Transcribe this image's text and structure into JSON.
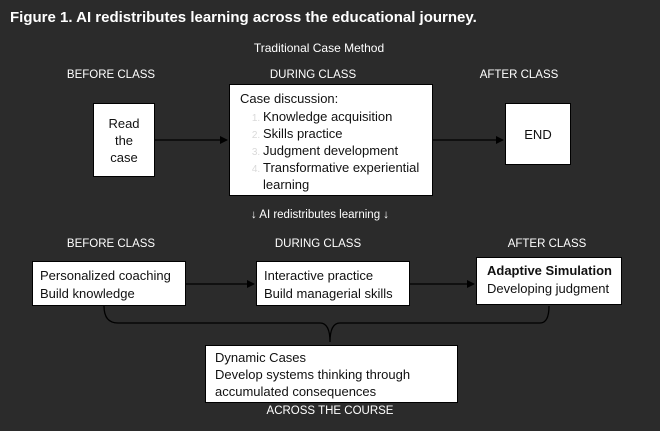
{
  "figure_title": "Figure 1. AI redistributes learning across the educational journey.",
  "traditional": {
    "section_title": "Traditional Case Method",
    "headings": {
      "before": "BEFORE CLASS",
      "during": "DURING CLASS",
      "after": "AFTER CLASS"
    },
    "read_box": {
      "line1": "Read",
      "line2": "the",
      "line3": "case"
    },
    "discussion_box": {
      "title": "Case discussion:",
      "items": [
        "Knowledge acquisition",
        "Skills practice",
        "Judgment development",
        "Transformative experiential learning"
      ]
    },
    "end_box": "END"
  },
  "shift_label": "↓ AI redistributes learning ↓",
  "ai": {
    "headings": {
      "before": "BEFORE CLASS",
      "during": "DURING CLASS",
      "after": "AFTER CLASS"
    },
    "coaching": {
      "line1": "Personalized coaching",
      "line2": "Build knowledge"
    },
    "practice": {
      "line1": "Interactive practice",
      "line2": "Build managerial skills"
    },
    "simulation": {
      "line1": "Adaptive Simulation",
      "line2": "Developing judgment"
    },
    "dynamic": {
      "line1": "Dynamic Cases",
      "line2": "Develop systems thinking through",
      "line3": "accumulated consequences"
    },
    "across_label": "ACROSS THE COURSE"
  },
  "colors": {
    "background": "#2b2b2b",
    "box": "#ffffff",
    "text_light": "#ffffff",
    "text_dark": "#111111"
  }
}
